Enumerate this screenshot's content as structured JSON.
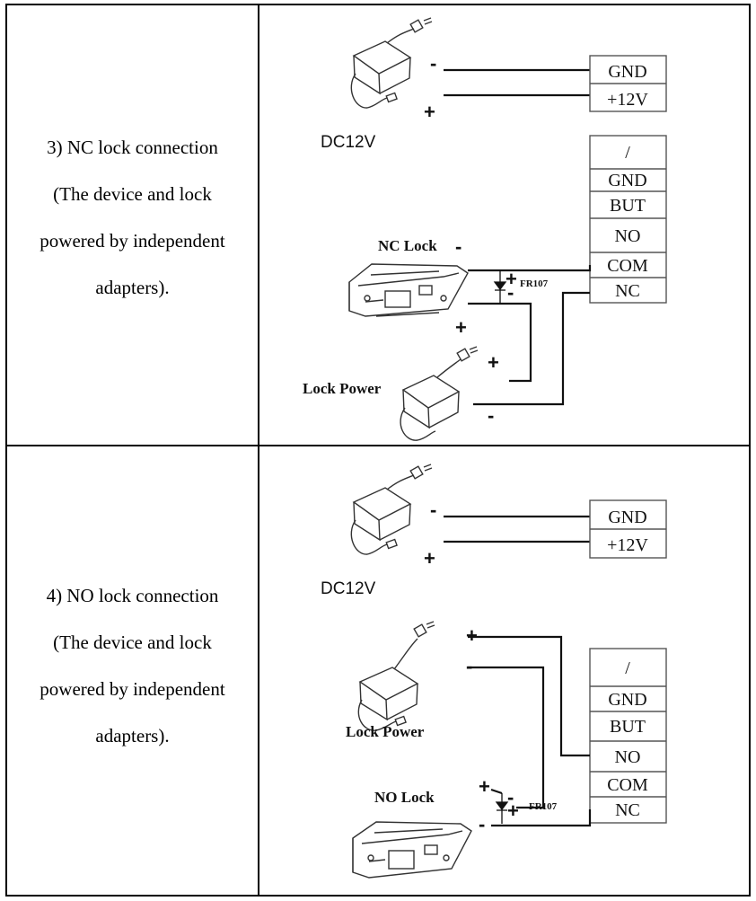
{
  "rows": [
    {
      "description": [
        "3) NC lock connection",
        "(The device and lock",
        "powered by independent",
        "adapters)."
      ],
      "diagram": {
        "power_label": "DC12V",
        "power_minus": "-",
        "power_plus": "+",
        "top_terminals": [
          "GND",
          "+12V"
        ],
        "terminals": [
          "/",
          "GND",
          "BUT",
          "NO",
          "COM",
          "NC"
        ],
        "lock_label": "NC Lock",
        "lock_minus": "-",
        "lock_plus": "+",
        "diode_label": "FR107",
        "diode_plus": "+",
        "diode_minus": "-",
        "lock_power_label": "Lock Power",
        "lock_power_plus": "+",
        "lock_power_minus": "-"
      }
    },
    {
      "description": [
        "4) NO lock connection",
        "(The device and lock",
        "powered by independent",
        "adapters)."
      ],
      "diagram": {
        "power_label": "DC12V",
        "power_minus": "-",
        "power_plus": "+",
        "top_terminals": [
          "GND",
          "+12V"
        ],
        "terminals": [
          "/",
          "GND",
          "BUT",
          "NO",
          "COM",
          "NC"
        ],
        "lock_label": "NO Lock",
        "lock_minus": "-",
        "lock_plus": "+",
        "diode_label": "FR107",
        "diode_plus": "+",
        "diode_minus": "-",
        "lock_power_label": "Lock Power",
        "lock_power_plus": "+",
        "lock_power_minus": "-"
      }
    }
  ]
}
